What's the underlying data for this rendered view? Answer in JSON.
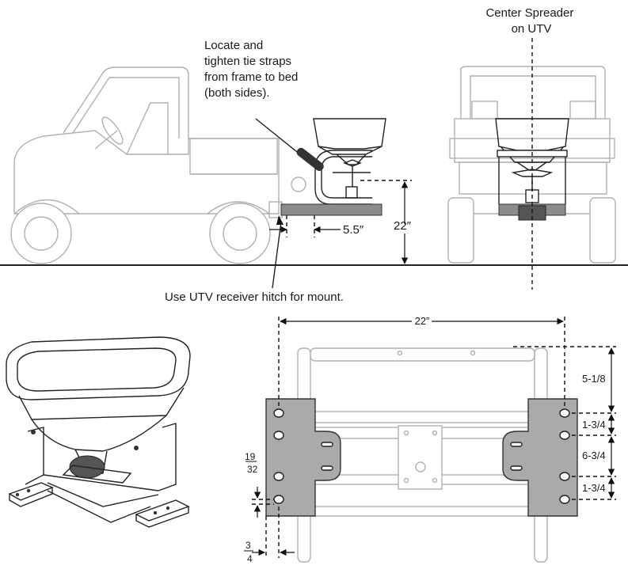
{
  "callouts": {
    "tie_straps": [
      "Locate and",
      "tighten tie straps",
      "from frame to bed",
      "(both sides)."
    ],
    "center_spreader": [
      "Center Spreader",
      "on UTV"
    ],
    "receiver_hitch": "Use UTV receiver hitch for mount."
  },
  "side_view_dims": {
    "offset": "5.5″",
    "height": "22″"
  },
  "bracket_dims": {
    "width": "22”",
    "top_to_hole": "5-1/8",
    "hole_gap_top": "1-3/4",
    "hole_gap_mid": "6-3/4",
    "hole_gap_bottom": "1-3/4",
    "hole_offset_num": "19",
    "hole_offset_den": "32",
    "edge_offset_num": "3",
    "edge_offset_den": "4"
  },
  "colors": {
    "plate": "#a9aaac",
    "ghost_line": "#b0b0b0",
    "ink": "#222222"
  }
}
